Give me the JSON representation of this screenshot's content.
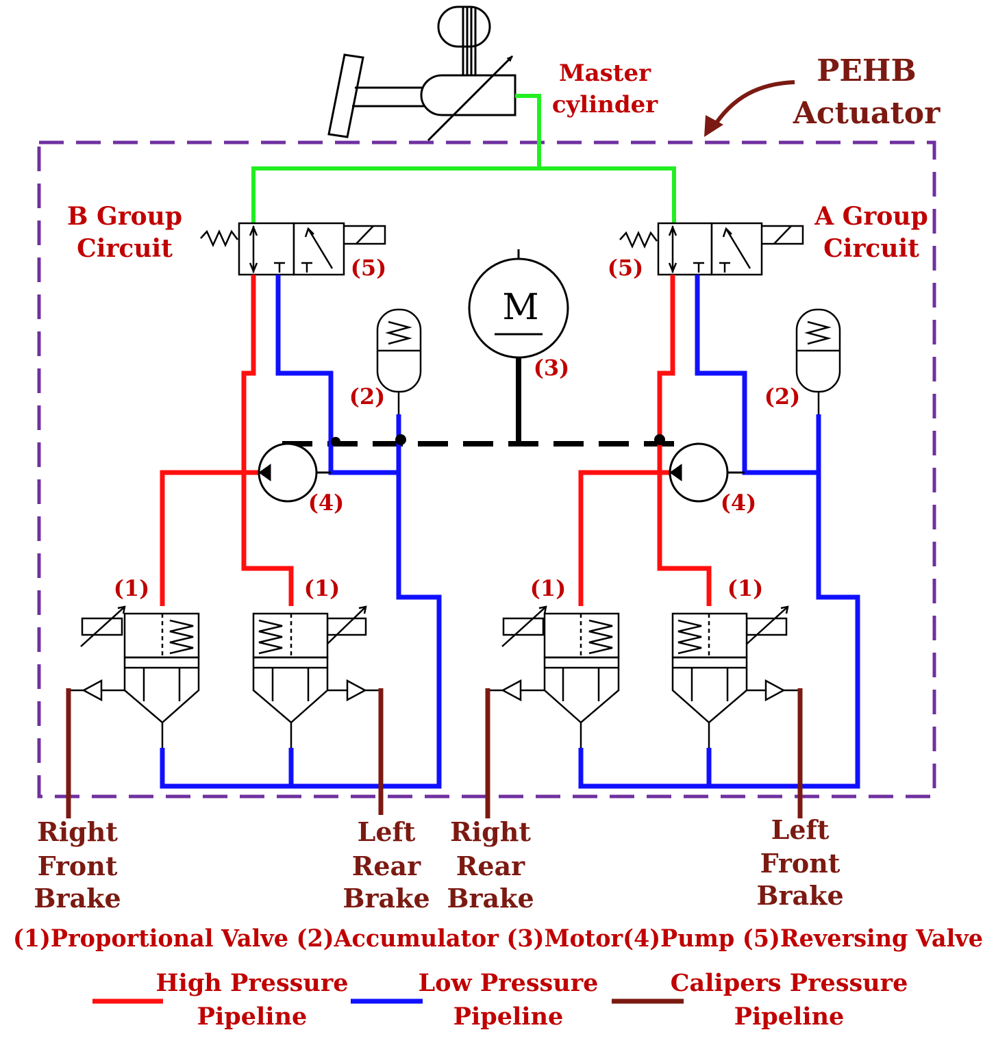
{
  "title": {
    "line1": "PEHB",
    "line2": "Actuator"
  },
  "master_cylinder": {
    "line1": "Master",
    "line2": "cylinder"
  },
  "b_group": {
    "line1": "B Group",
    "line2": "Circuit"
  },
  "a_group": {
    "line1": "A Group",
    "line2": "Circuit"
  },
  "motor_symbol": "M",
  "markers": {
    "valve": "(1)",
    "accumulator": "(2)",
    "motor": "(3)",
    "pump": "(4)",
    "reversing": "(5)"
  },
  "brakes": {
    "right_front": [
      "Right",
      "Front",
      "Brake"
    ],
    "left_rear": [
      "Left",
      "Rear",
      "Brake"
    ],
    "right_rear": [
      "Right",
      "Rear",
      "Brake"
    ],
    "left_front": [
      "Left",
      "Front",
      "Brake"
    ]
  },
  "components_legend": "(1)Proportional Valve (2)Accumulator (3)Motor(4)Pump (5)Reversing Valve",
  "pipeline_legend": {
    "high": {
      "line1": "High Pressure",
      "line2": "Pipeline",
      "color": "#ff1010"
    },
    "low": {
      "line1": "Low Pressure",
      "line2": "Pipeline",
      "color": "#1010ff"
    },
    "calipers": {
      "line1": "Calipers Pressure",
      "line2": "Pipeline",
      "color": "#7b1a12"
    }
  },
  "colors": {
    "master_line": "#22ee22",
    "boundary": "#7030a0",
    "label_red": "#c00000",
    "label_dark": "#7b1a12"
  }
}
